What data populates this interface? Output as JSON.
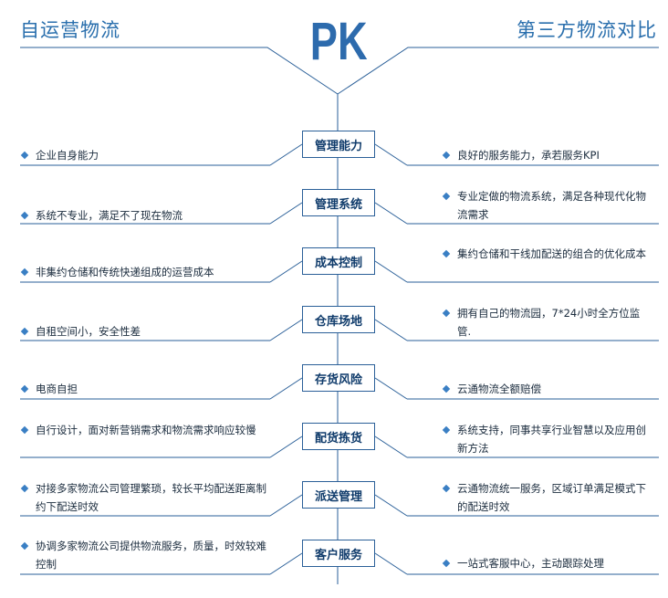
{
  "header": {
    "left_title": "自运营物流",
    "center_title": "PK",
    "right_title": "第三方物流对比"
  },
  "rows": [
    {
      "category": "管理能力",
      "left": "企业自身能力",
      "right": "良好的服务能力，承若服务KPI"
    },
    {
      "category": "管理系统",
      "left": "系统不专业，满足不了现在物流",
      "right": "专业定做的物流系统，满足各种现代化物流需求"
    },
    {
      "category": "成本控制",
      "left": "非集约仓储和传统快递组成的运营成本",
      "right": "集约仓储和干线加配送的组合的优化成本"
    },
    {
      "category": "仓库场地",
      "left": "自租空间小，安全性差",
      "right": "拥有自己的物流园，7*24小时全方位监管."
    },
    {
      "category": "存货风险",
      "left": "电商自担",
      "right": "云通物流全额赔偿"
    },
    {
      "category": "配货拣货",
      "left": "自行设计，面对新营销需求和物流需求响应较慢",
      "right": "系统支持，同事共享行业智慧以及应用创新方法"
    },
    {
      "category": "派送管理",
      "left": "对接多家物流公司管理繁琐，较长平均配送距离制约下配送时效",
      "right": "云通物流统一服务，区域订单满足模式下的配送时效"
    },
    {
      "category": "客户服务",
      "left": "协调多家物流公司提供物流服务，质量，时效较难控制",
      "right": "一站式客服中心，主动跟踪处理"
    }
  ],
  "colors": {
    "line": "#2a5f98",
    "accent": "#2d6bad",
    "bullet": "#3a7fc4"
  }
}
